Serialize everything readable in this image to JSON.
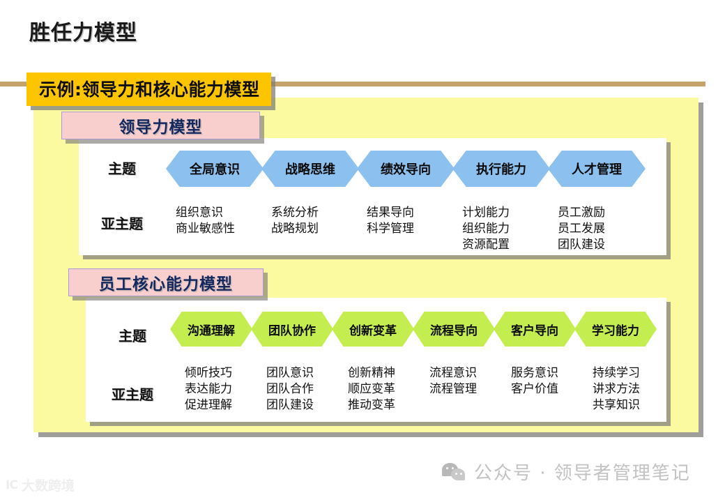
{
  "page": {
    "title": "胜任力模型",
    "banner": "示例:领导力和核心能力模型"
  },
  "colors": {
    "gold_banner": "#fdc500",
    "tan_rule": "#c6a36a",
    "yellow_panel": "#fbfaa0",
    "pink_header": "#f9cfcd",
    "pink_border": "#a89ad6",
    "header_text": "#12285e",
    "hex_blue": "#8cc0ee",
    "hex_green": "#c4ed50",
    "shadow": "#807d78",
    "footer_text": "#c2c2c2"
  },
  "sections": [
    {
      "id": "leadership",
      "header": "领导力模型",
      "theme_label": "主题",
      "subtheme_label": "亚主题",
      "hex_color": "blue",
      "themes": [
        "全局意识",
        "战略思维",
        "绩效导向",
        "执行能力",
        "人才管理"
      ],
      "subthemes": [
        [
          "组织意识",
          "商业敏感性"
        ],
        [
          "系统分析",
          "战略规划"
        ],
        [
          "结果导向",
          "科学管理"
        ],
        [
          "计划能力",
          "组织能力",
          "资源配置"
        ],
        [
          "员工激励",
          "员工发展",
          "团队建设"
        ]
      ]
    },
    {
      "id": "core-competency",
      "header": "员工核心能力模型",
      "theme_label": "主题",
      "subtheme_label": "亚主题",
      "hex_color": "green",
      "themes": [
        "沟通理解",
        "团队协作",
        "创新变革",
        "流程导向",
        "客户导向",
        "学习能力"
      ],
      "subthemes": [
        [
          "倾听技巧",
          "表达能力",
          "促进理解"
        ],
        [
          "团队意识",
          "团队合作",
          "团队建设"
        ],
        [
          "创新精神",
          "顺应变革",
          "推动变革"
        ],
        [
          "流程意识",
          "流程管理"
        ],
        [
          "服务意识",
          "客户价值"
        ],
        [
          "持续学习",
          "讲求方法",
          "共享知识"
        ]
      ]
    }
  ],
  "footer": {
    "brand": "公众号 · 领导者管理笔记",
    "icon": "wechat-icon"
  },
  "watermark": {
    "logo": "IC",
    "text": "大数跨境"
  }
}
